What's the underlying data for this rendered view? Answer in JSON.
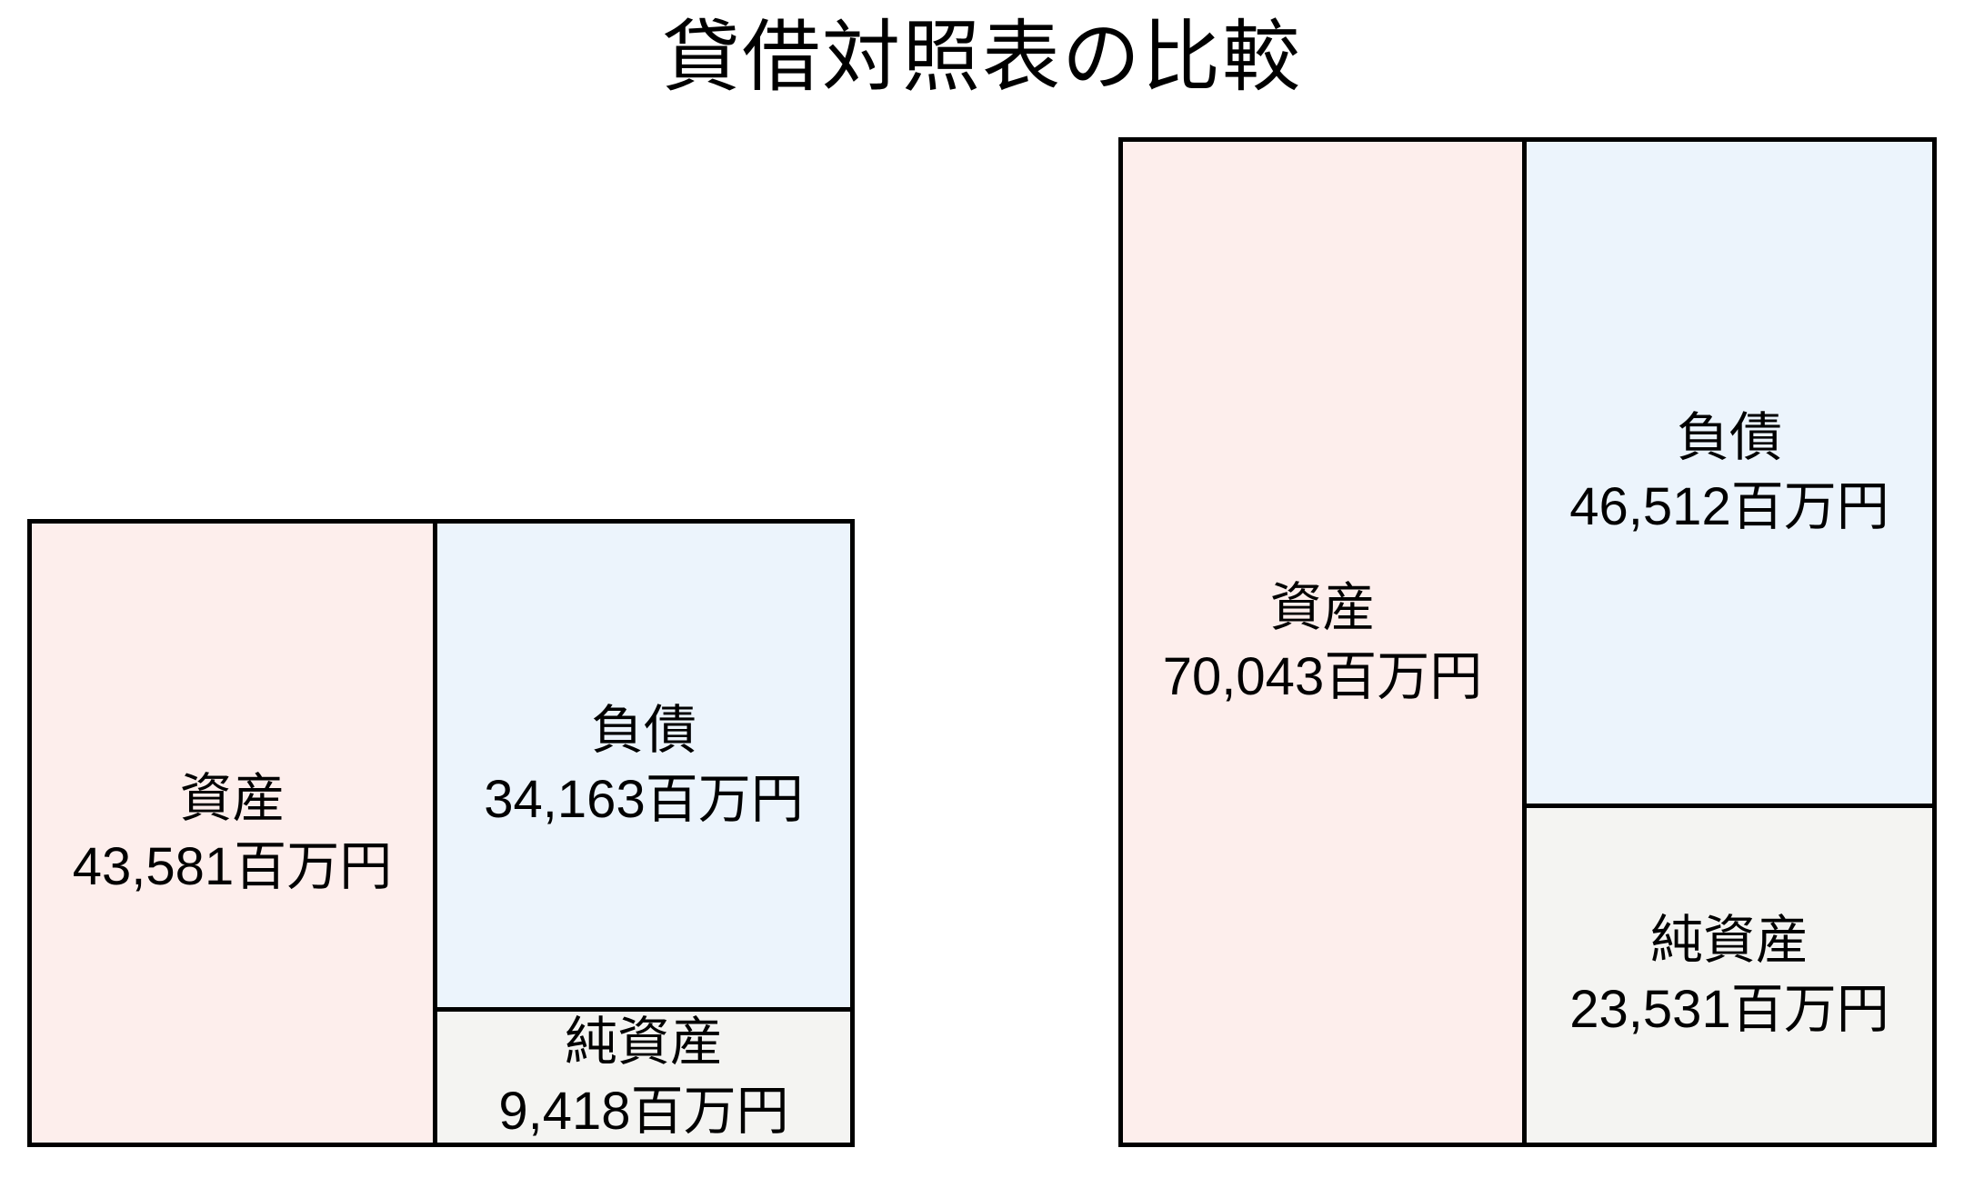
{
  "colors": {
    "background": "#ffffff",
    "text": "#000000",
    "border": "#000000",
    "assets_fill": "#fdeeec",
    "liabilities_fill": "#ecf4fc",
    "net_assets_fill": "#f4f4f2"
  },
  "chart_data": {
    "type": "bar",
    "subtype": "proportional-balance-sheet-boxes",
    "title": "貸借対照表の比較",
    "unit": "百万円",
    "axes": "none",
    "grid": false,
    "legend": "none",
    "layout": "two balance sheets side by side, bottoms aligned, box heights proportional to values; assets column on left, liabilities above net assets on right",
    "balance_sheets": [
      {
        "name": "left",
        "assets": {
          "label": "資産",
          "value": 43581,
          "amount_text": "43,581百万円"
        },
        "liabilities": {
          "label": "負債",
          "value": 34163,
          "amount_text": "34,163百万円"
        },
        "net_assets": {
          "label": "純資産",
          "value": 9418,
          "amount_text": "9,418百万円"
        }
      },
      {
        "name": "right",
        "assets": {
          "label": "資産",
          "value": 70043,
          "amount_text": "70,043百万円"
        },
        "liabilities": {
          "label": "負債",
          "value": 46512,
          "amount_text": "46,512百万円"
        },
        "net_assets": {
          "label": "純資産",
          "value": 23531,
          "amount_text": "23,531百万円"
        }
      }
    ]
  }
}
